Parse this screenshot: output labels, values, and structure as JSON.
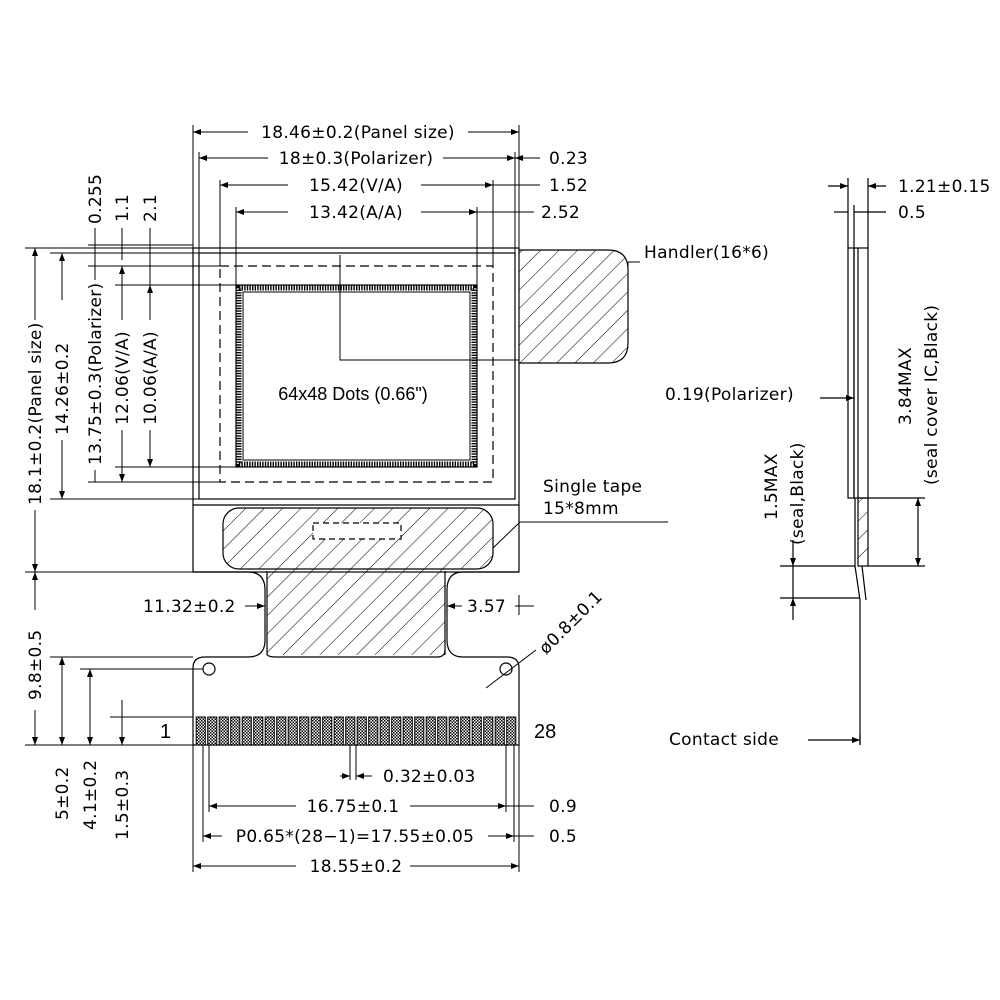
{
  "front_view": {
    "width_dims": {
      "panel": "18.46±0.2(Panel size)",
      "polarizer": "18±0.3(Polarizer)",
      "va": "15.42(V/A)",
      "aa": "13.42(A/A)"
    },
    "right_offsets": {
      "polarizer": "0.23",
      "va": "1.52",
      "aa": "2.52"
    },
    "top_offsets": {
      "polarizer": "0.255",
      "va": "1.1",
      "aa": "2.1"
    },
    "height_dims": {
      "panel": "18.1±0.2(Panel size)",
      "module": "14.26±0.2",
      "polarizer": "13.75±0.3(Polarizer)",
      "va": "12.06(V/A)",
      "aa": "10.06(A/A)"
    },
    "display_label": "64x48 Dots (0.66\")",
    "handler_label": "Handler(16*6)",
    "tape_label_1": "Single tape",
    "tape_label_2": "15*8mm",
    "fpc_width": "11.32±0.2",
    "fpc_offset": "3.57",
    "hole_dia": "ø0.8±0.1",
    "fpc_length": "9.8±0.5",
    "pin_first": "1",
    "pin_last": "28",
    "pin_width": "0.32±0.03",
    "pin_span": "16.75±0.1",
    "pin_span_offset": "0.9",
    "pitch": "P0.65*(28−1)=17.55±0.05",
    "pitch_offset": "0.5",
    "fpc_total_width": "18.55±0.2",
    "left_dims": {
      "hole_height": "5±0.2",
      "contact_height": "4.1±0.2",
      "pad_height": "1.5±0.3"
    }
  },
  "side_view": {
    "thickness": "1.21±0.15",
    "glass": "0.5",
    "polarizer": "0.19(Polarizer)",
    "ic_height": "3.84MAX",
    "ic_note": "(seal cover IC,Black)",
    "seal_height": "1.5MAX",
    "seal_note": "(seal,Black)",
    "contact_side": "Contact side"
  }
}
